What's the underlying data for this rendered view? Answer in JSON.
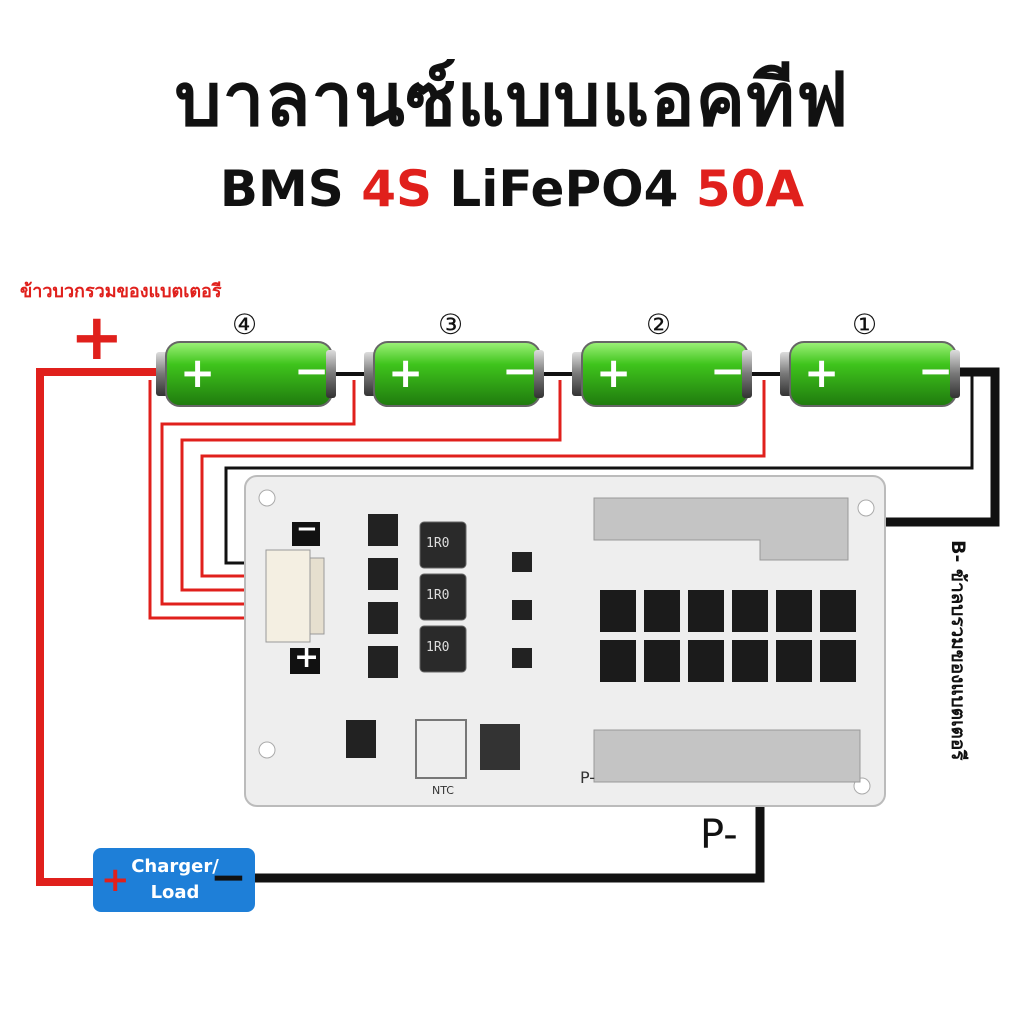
{
  "title": "บาลานซ์แบบแอคทีฟ",
  "subtitle": {
    "prefix": "BMS ",
    "cells": "4S",
    "chem": " LiFePO4 ",
    "current": "50A"
  },
  "positive_label": "ข้าวบวกรวมของแบตเตอรี",
  "positive_sign": "+",
  "cells": [
    {
      "number": "④",
      "plus": "+",
      "minus": "−"
    },
    {
      "number": "③",
      "plus": "+",
      "minus": "−"
    },
    {
      "number": "②",
      "plus": "+",
      "minus": "−"
    },
    {
      "number": "①",
      "plus": "+",
      "minus": "−"
    }
  ],
  "negative_side_label": "B- ข้าลบรวมของแบตเตอรี",
  "p_minus_label": "P-",
  "board": {
    "minus_mark": "−",
    "plus_mark": "+",
    "ntc_label": "NTC",
    "p_minus_silk": "P-",
    "inductor_marks": [
      "1R0",
      "1R0",
      "1R0"
    ]
  },
  "load": {
    "text_line1": "Charger/",
    "text_line2": "Load",
    "plus": "+",
    "minus": "−"
  },
  "colors": {
    "red_wire": "#e0201c",
    "black_wire": "#111111",
    "cell_green": "#3fc41c",
    "load_blue": "#1e7fd8",
    "board_white": "#eeeeee"
  }
}
